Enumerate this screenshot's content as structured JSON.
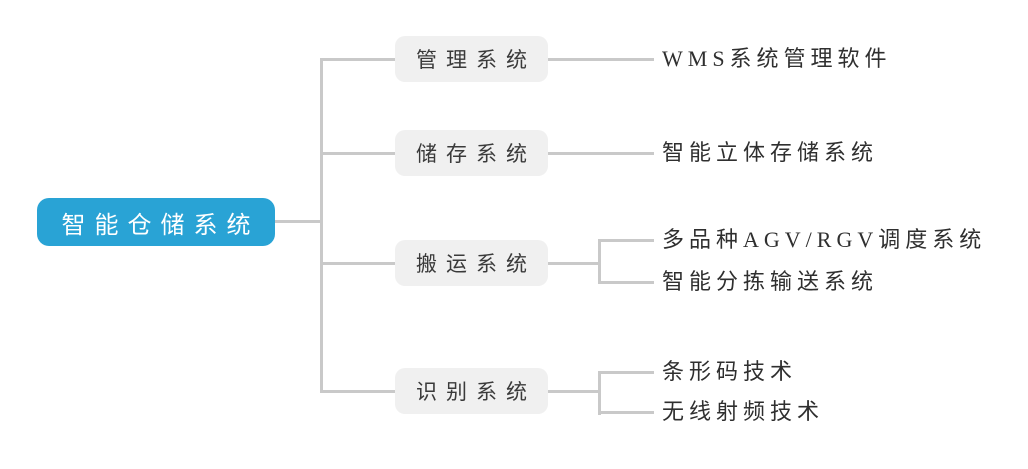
{
  "root": {
    "label": "智能仓储系统"
  },
  "branches": [
    {
      "label": "管理系统",
      "children": [
        "WMS系统管理软件"
      ]
    },
    {
      "label": "储存系统",
      "children": [
        "智能立体存储系统"
      ]
    },
    {
      "label": "搬运系统",
      "children": [
        "多品种AGV/RGV调度系统",
        "智能分拣输送系统"
      ]
    },
    {
      "label": "识别系统",
      "children": [
        "条形码技术",
        "无线射频技术"
      ]
    }
  ],
  "colors": {
    "root_bg": "#29a3d5",
    "root_text": "#ffffff",
    "branch_bg": "#f0f0f0",
    "branch_text": "#3a3a3a",
    "leaf_text": "#2f2f2f",
    "line": "#c9c9c9",
    "background": "#ffffff"
  }
}
